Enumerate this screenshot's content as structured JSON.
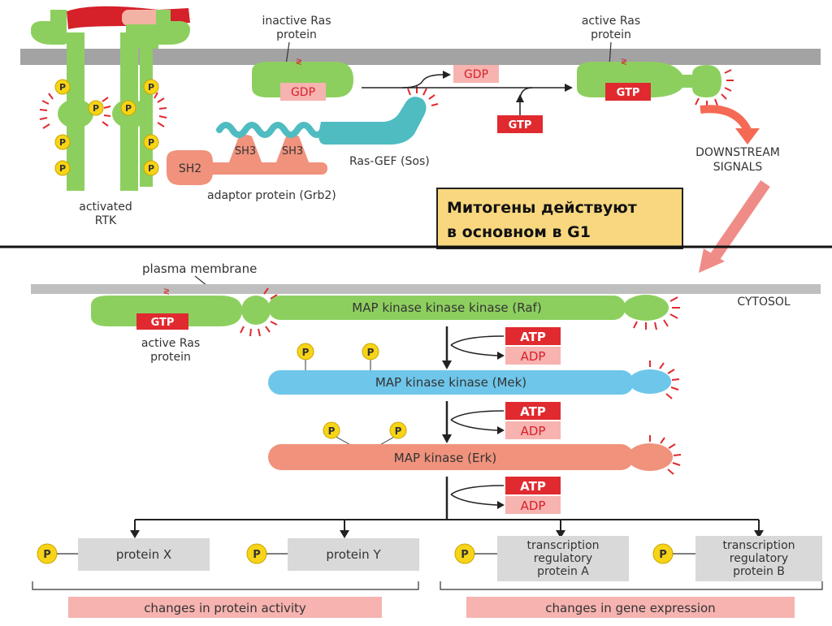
{
  "top": {
    "inactive_ras": [
      "inactive Ras",
      "protein"
    ],
    "active_ras": [
      "active Ras",
      "protein"
    ],
    "gdp": "GDP",
    "gdp_out": "GDP",
    "gtp_ras": "GTP",
    "gtp_in": "GTP",
    "sh3_a": "SH3",
    "sh3_b": "SH3",
    "sh2": "SH2",
    "ras_gef": "Ras-GEF (Sos)",
    "adaptor": "adaptor protein (Grb2)",
    "activated_rtk": [
      "activated",
      "RTK"
    ],
    "downstream": [
      "DOWNSTREAM",
      "SIGNALS"
    ],
    "p": "P"
  },
  "callout": {
    "line1": "Митогены действуют",
    "line2": "в основном в G1"
  },
  "bottom": {
    "plasma_membrane": "plasma membrane",
    "cytosol": "CYTOSOL",
    "gtp": "GTP",
    "active_ras": [
      "active Ras",
      "protein"
    ],
    "raf": "MAP kinase kinase kinase (Raf)",
    "mek": "MAP kinase kinase (Mek)",
    "erk": "MAP kinase (Erk)",
    "atp": "ATP",
    "adp": "ADP",
    "p": "P",
    "protein_x": "protein X",
    "protein_y": "protein Y",
    "tf_a": [
      "transcription",
      "regulatory",
      "protein A"
    ],
    "tf_b": [
      "transcription",
      "regulatory",
      "protein B"
    ],
    "changes_activity": "changes in protein activity",
    "changes_gene": "changes in gene expression"
  },
  "colors": {
    "green": "#8dcf5f",
    "blue": "#6ec6ea",
    "salmon": "#f0927c",
    "red": "#e02a2f",
    "pink": "#f6b3b0",
    "yellow": "#f7d417",
    "membrane": "#a6a6a6",
    "callout": "#f8d77f",
    "teal": "#4fbcc1"
  }
}
